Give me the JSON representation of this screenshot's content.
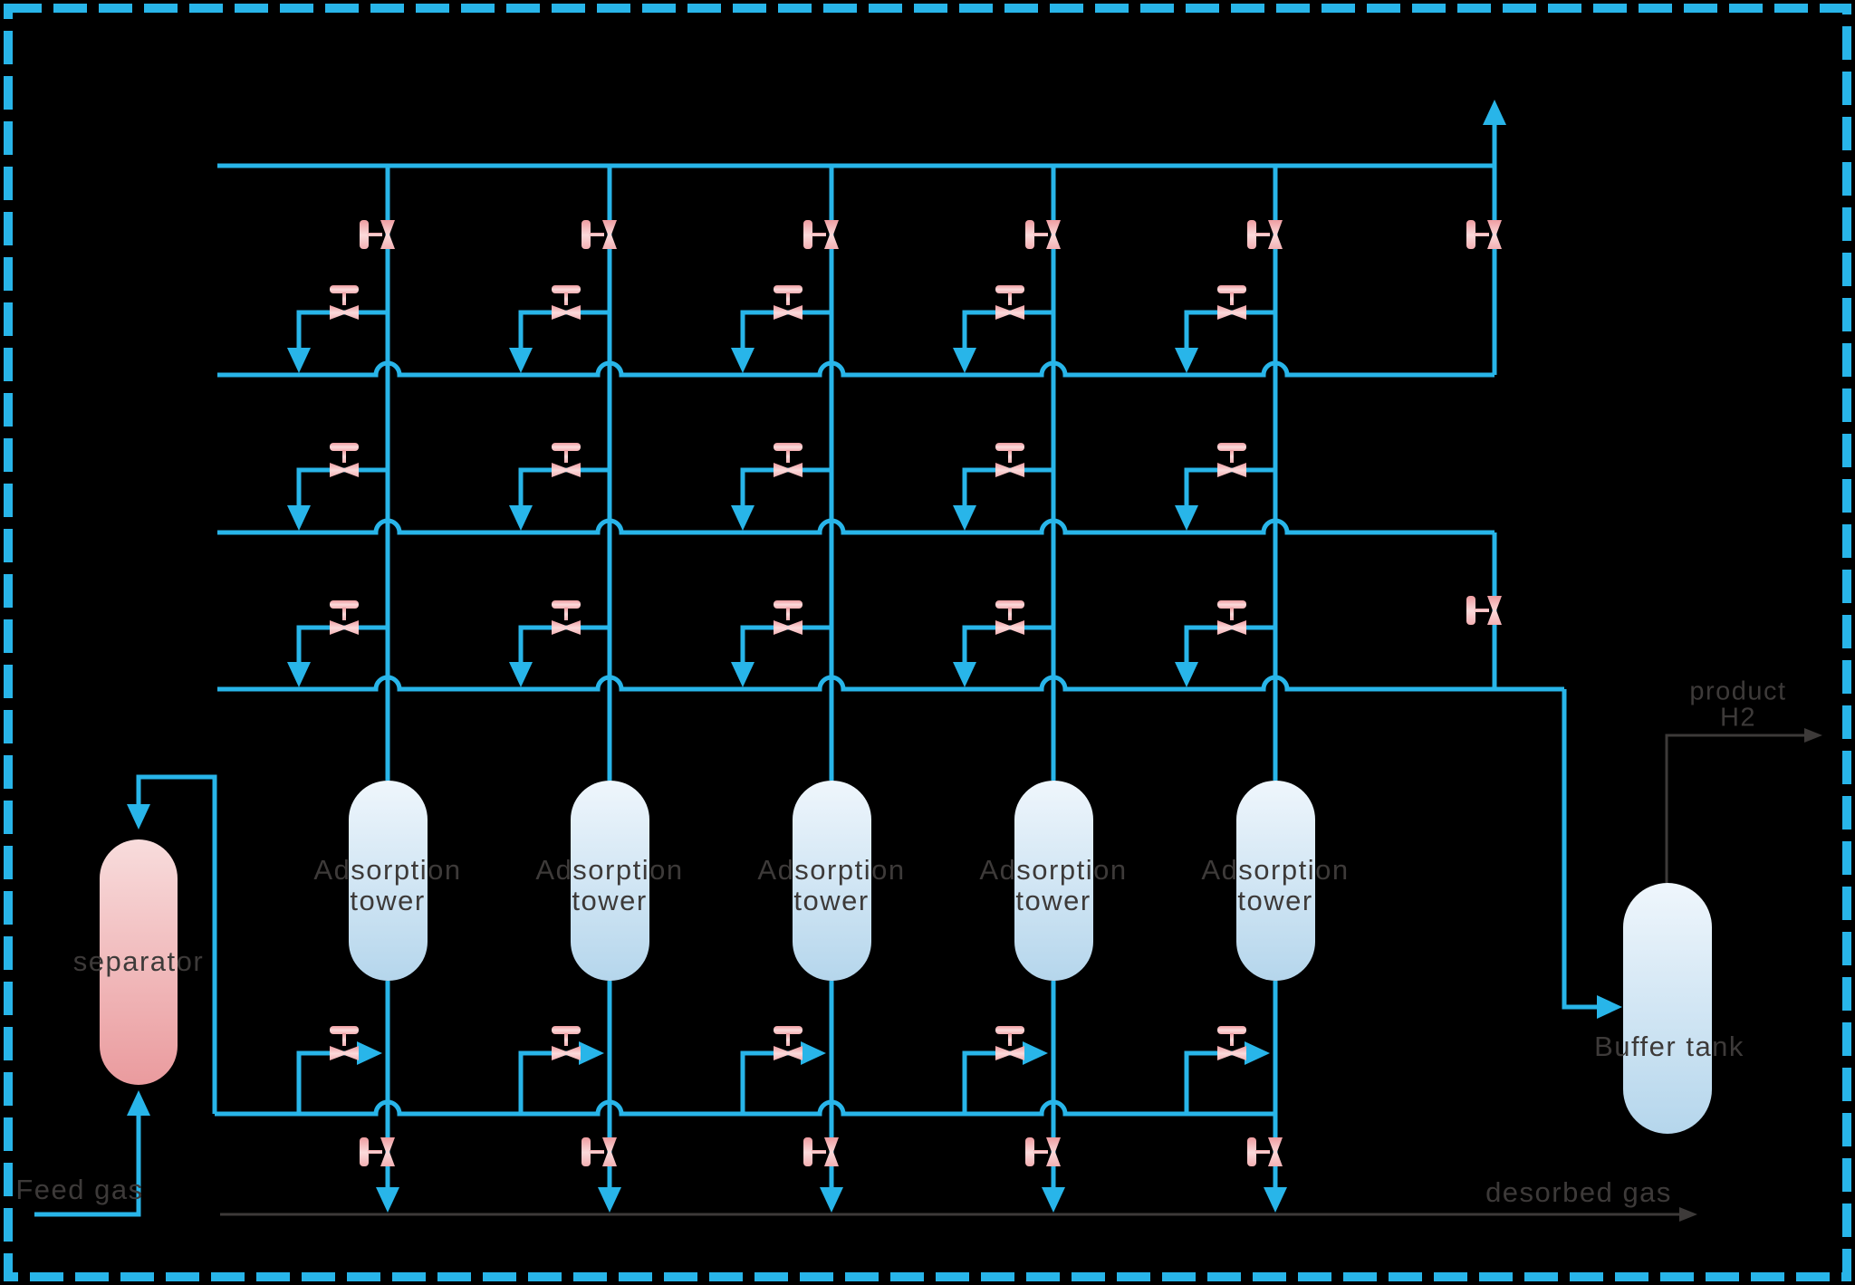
{
  "title": "PSA hydrogen purification process flow diagram",
  "labels": {
    "feed_gas": "Feed gas",
    "separator": "separator",
    "buffer_tank": "Buffer tank",
    "desorbed_gas": "desorbed gas",
    "product_line1": "product",
    "product_line2": "H2"
  },
  "towers": [
    {
      "label": "Adsorption tower"
    },
    {
      "label": "Adsorption tower"
    },
    {
      "label": "Adsorption tower"
    },
    {
      "label": "Adsorption tower"
    },
    {
      "label": "Adsorption tower"
    }
  ],
  "icons": {
    "hand_valve": "valve-icon",
    "top_valve": "valve-icon",
    "flow_arrow": "arrow-icon"
  },
  "colors": {
    "pipe_cyan": "#28b5e9",
    "dark_line": "#3d3a39",
    "text": "#3d3a39",
    "valve_dark": "#ee9ca0",
    "valve_mid": "#fbdadb",
    "valve_end": "#f3b0b3",
    "vessel_blue_light": "#eff6fc",
    "vessel_blue_dark": "#b5d6ec",
    "separator_pink_light": "#f8dcdc",
    "separator_pink_dark": "#ea9b9e",
    "background": "#000000"
  }
}
